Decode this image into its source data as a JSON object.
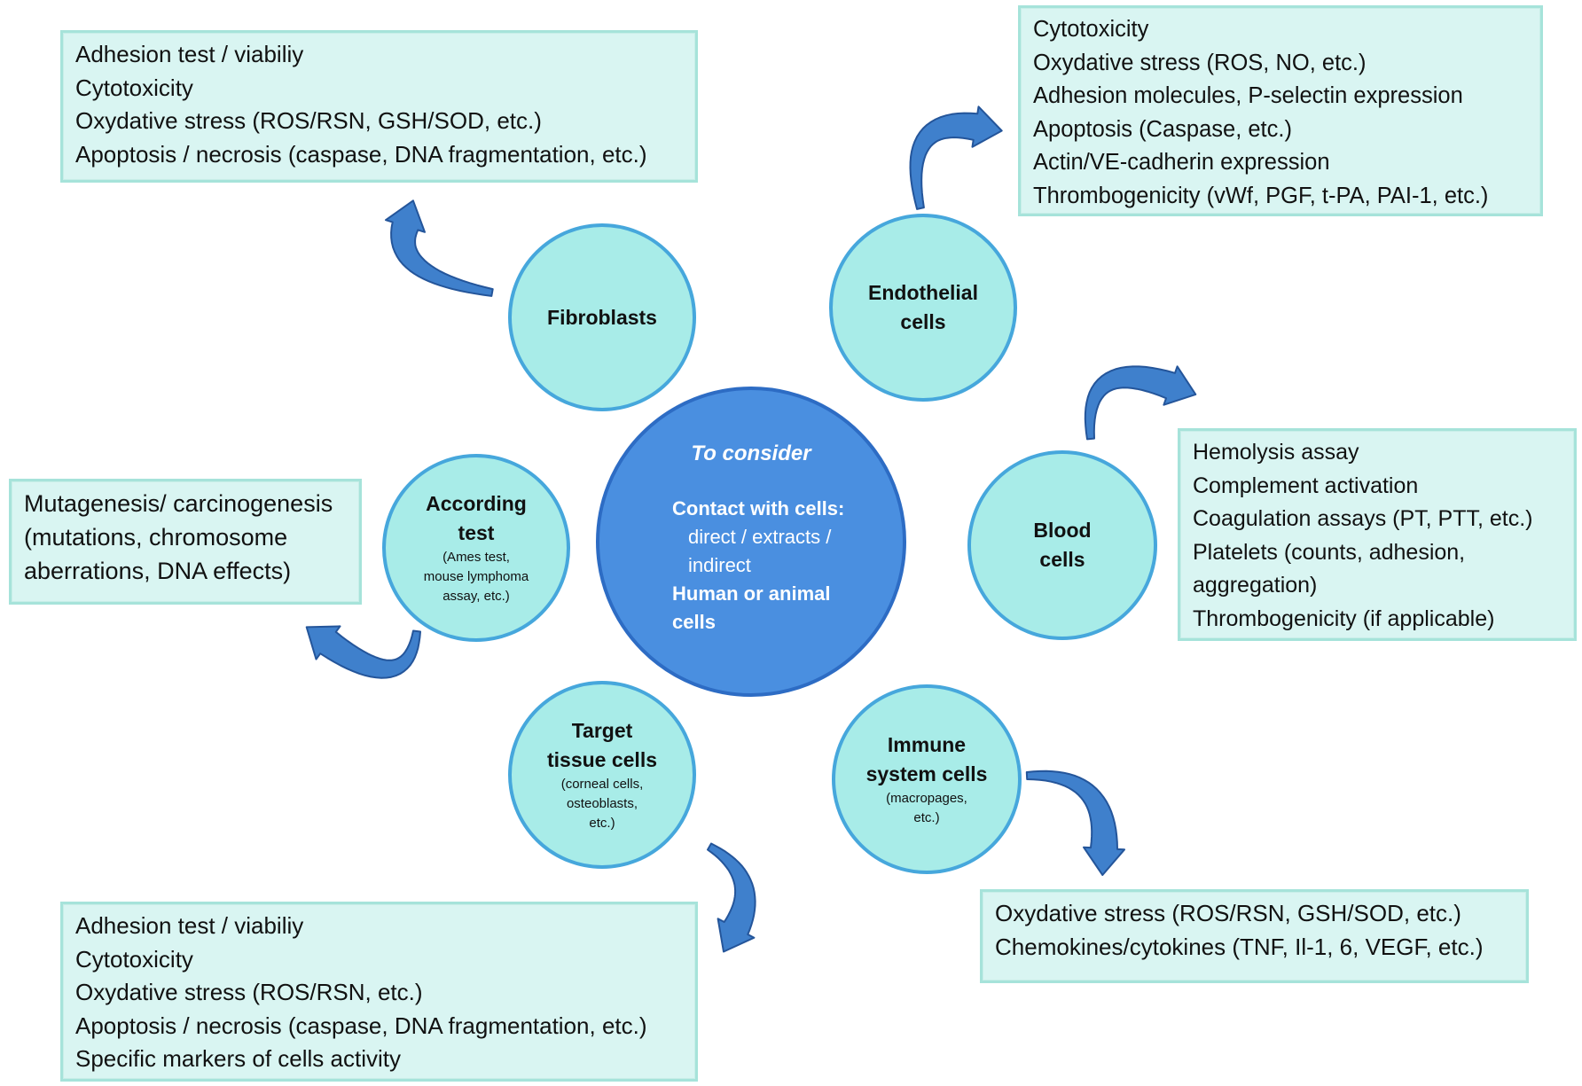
{
  "center": {
    "heading": "To consider",
    "contact_label": "Contact with cells:",
    "contact_types_1": "direct / extracts /",
    "contact_types_2": "indirect",
    "origin_1": "Human or animal",
    "origin_2": "cells"
  },
  "nodes": {
    "fibroblasts": {
      "title": "Fibroblasts"
    },
    "endothelial": {
      "title_1": "Endothelial",
      "title_2": "cells"
    },
    "according": {
      "title_1": "According",
      "title_2": "test",
      "sub_1": "(Ames test,",
      "sub_2": "mouse lymphoma",
      "sub_3": "assay, etc.)"
    },
    "blood": {
      "title_1": "Blood",
      "title_2": "cells"
    },
    "target": {
      "title_1": "Target",
      "title_2": "tissue cells",
      "sub_1": "(corneal cells,",
      "sub_2": "osteoblasts,",
      "sub_3": "etc.)"
    },
    "immune": {
      "title_1": "Immune",
      "title_2": "system cells",
      "sub_1": "(macropages,",
      "sub_2": "etc.)"
    }
  },
  "boxes": {
    "fibroblasts": [
      "Adhesion test / viabiliy",
      "Cytotoxicity",
      "Oxydative stress (ROS/RSN, GSH/SOD, etc.)",
      "Apoptosis / necrosis (caspase, DNA fragmentation, etc.)"
    ],
    "endothelial": [
      "Cytotoxicity",
      "Oxydative stress (ROS, NO, etc.)",
      "Adhesion molecules, P-selectin expression",
      "Apoptosis (Caspase, etc.)",
      "Actin/VE-cadherin expression",
      "Thrombogenicity  (vWf, PGF, t-PA, PAI-1, etc.)"
    ],
    "mutagenesis": [
      "Mutagenesis/ carcinogenesis",
      "(mutations, chromosome",
      "aberrations, DNA effects)"
    ],
    "blood": [
      "Hemolysis assay",
      "Complement  activation",
      "Coagulation assays (PT, PTT, etc.)",
      "Platelets (counts, adhesion,",
      "aggregation)",
      "Thrombogenicity  (if applicable)"
    ],
    "target": [
      "Adhesion test / viabiliy",
      "Cytotoxicity",
      "Oxydative stress (ROS/RSN, etc.)",
      "Apoptosis / necrosis (caspase, DNA fragmentation, etc.)",
      "Specific markers of cells activity"
    ],
    "immune": [
      "Oxydative stress (ROS/RSN, GSH/SOD, etc.)",
      "Chemokines/cytokines (TNF, Il-1, 6, VEGF, etc.)"
    ]
  },
  "colors": {
    "box_fill": "#d9f5f2",
    "box_border": "#a6e3da",
    "node_fill": "#a8ece8",
    "node_border": "#46a7dc",
    "center_fill": "#4a8fe0",
    "arrow_fill": "#3f80cc",
    "arrow_stroke": "#24559a"
  }
}
